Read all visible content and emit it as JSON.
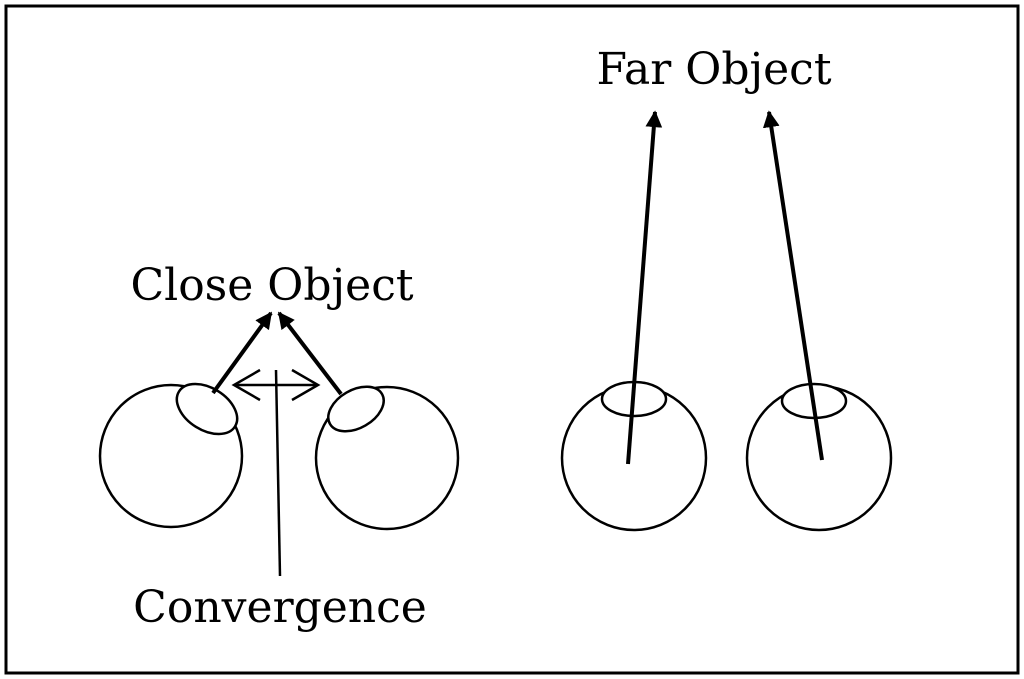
{
  "labels": {
    "far_object": "Far Object",
    "close_object": "Close Object",
    "convergence": "Convergence"
  },
  "colors": {
    "stroke": "#000000",
    "background": "#ffffff"
  }
}
